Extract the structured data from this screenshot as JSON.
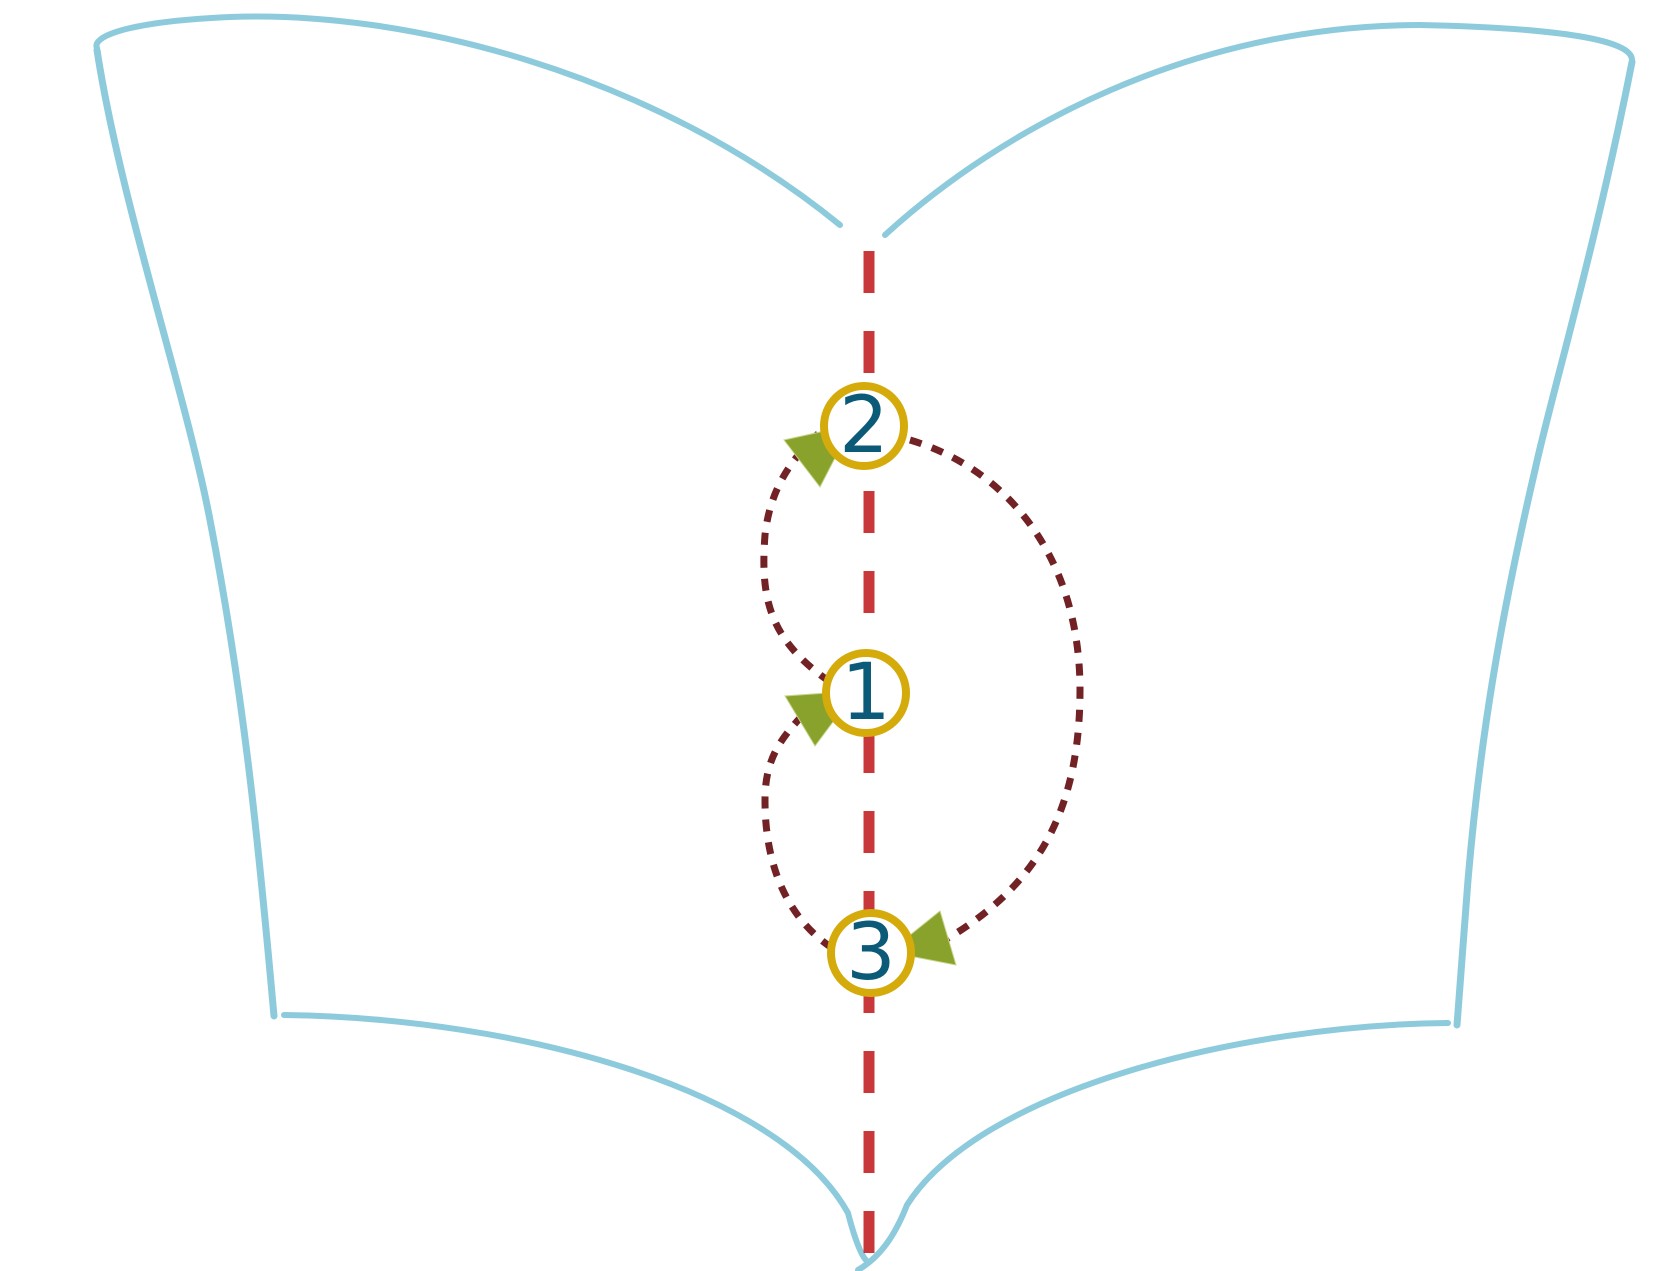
{
  "colors": {
    "page_outline": "#8dcbdc",
    "fold_line": "#c8383a",
    "path_dotted": "#722124",
    "marker_ring": "#d4ab0a",
    "marker_text": "#0b5a78",
    "arrowhead": "#89a22b"
  },
  "markers": [
    {
      "id": "m1",
      "label": "1",
      "icon": "circled-number"
    },
    {
      "id": "m2",
      "label": "2",
      "icon": "circled-number"
    },
    {
      "id": "m3",
      "label": "3",
      "icon": "circled-number"
    }
  ],
  "sequence": [
    {
      "from": "1",
      "to": "2",
      "icon": "arrowhead-icon"
    },
    {
      "from": "2",
      "to": "3",
      "icon": "arrowhead-icon"
    },
    {
      "from": "3",
      "to": "1",
      "icon": "arrowhead-icon"
    }
  ],
  "icons": {
    "page_outline": "open-book-outline-icon",
    "fold_line": "dashed-fold-line",
    "arrow": "triangle-arrowhead-icon"
  }
}
